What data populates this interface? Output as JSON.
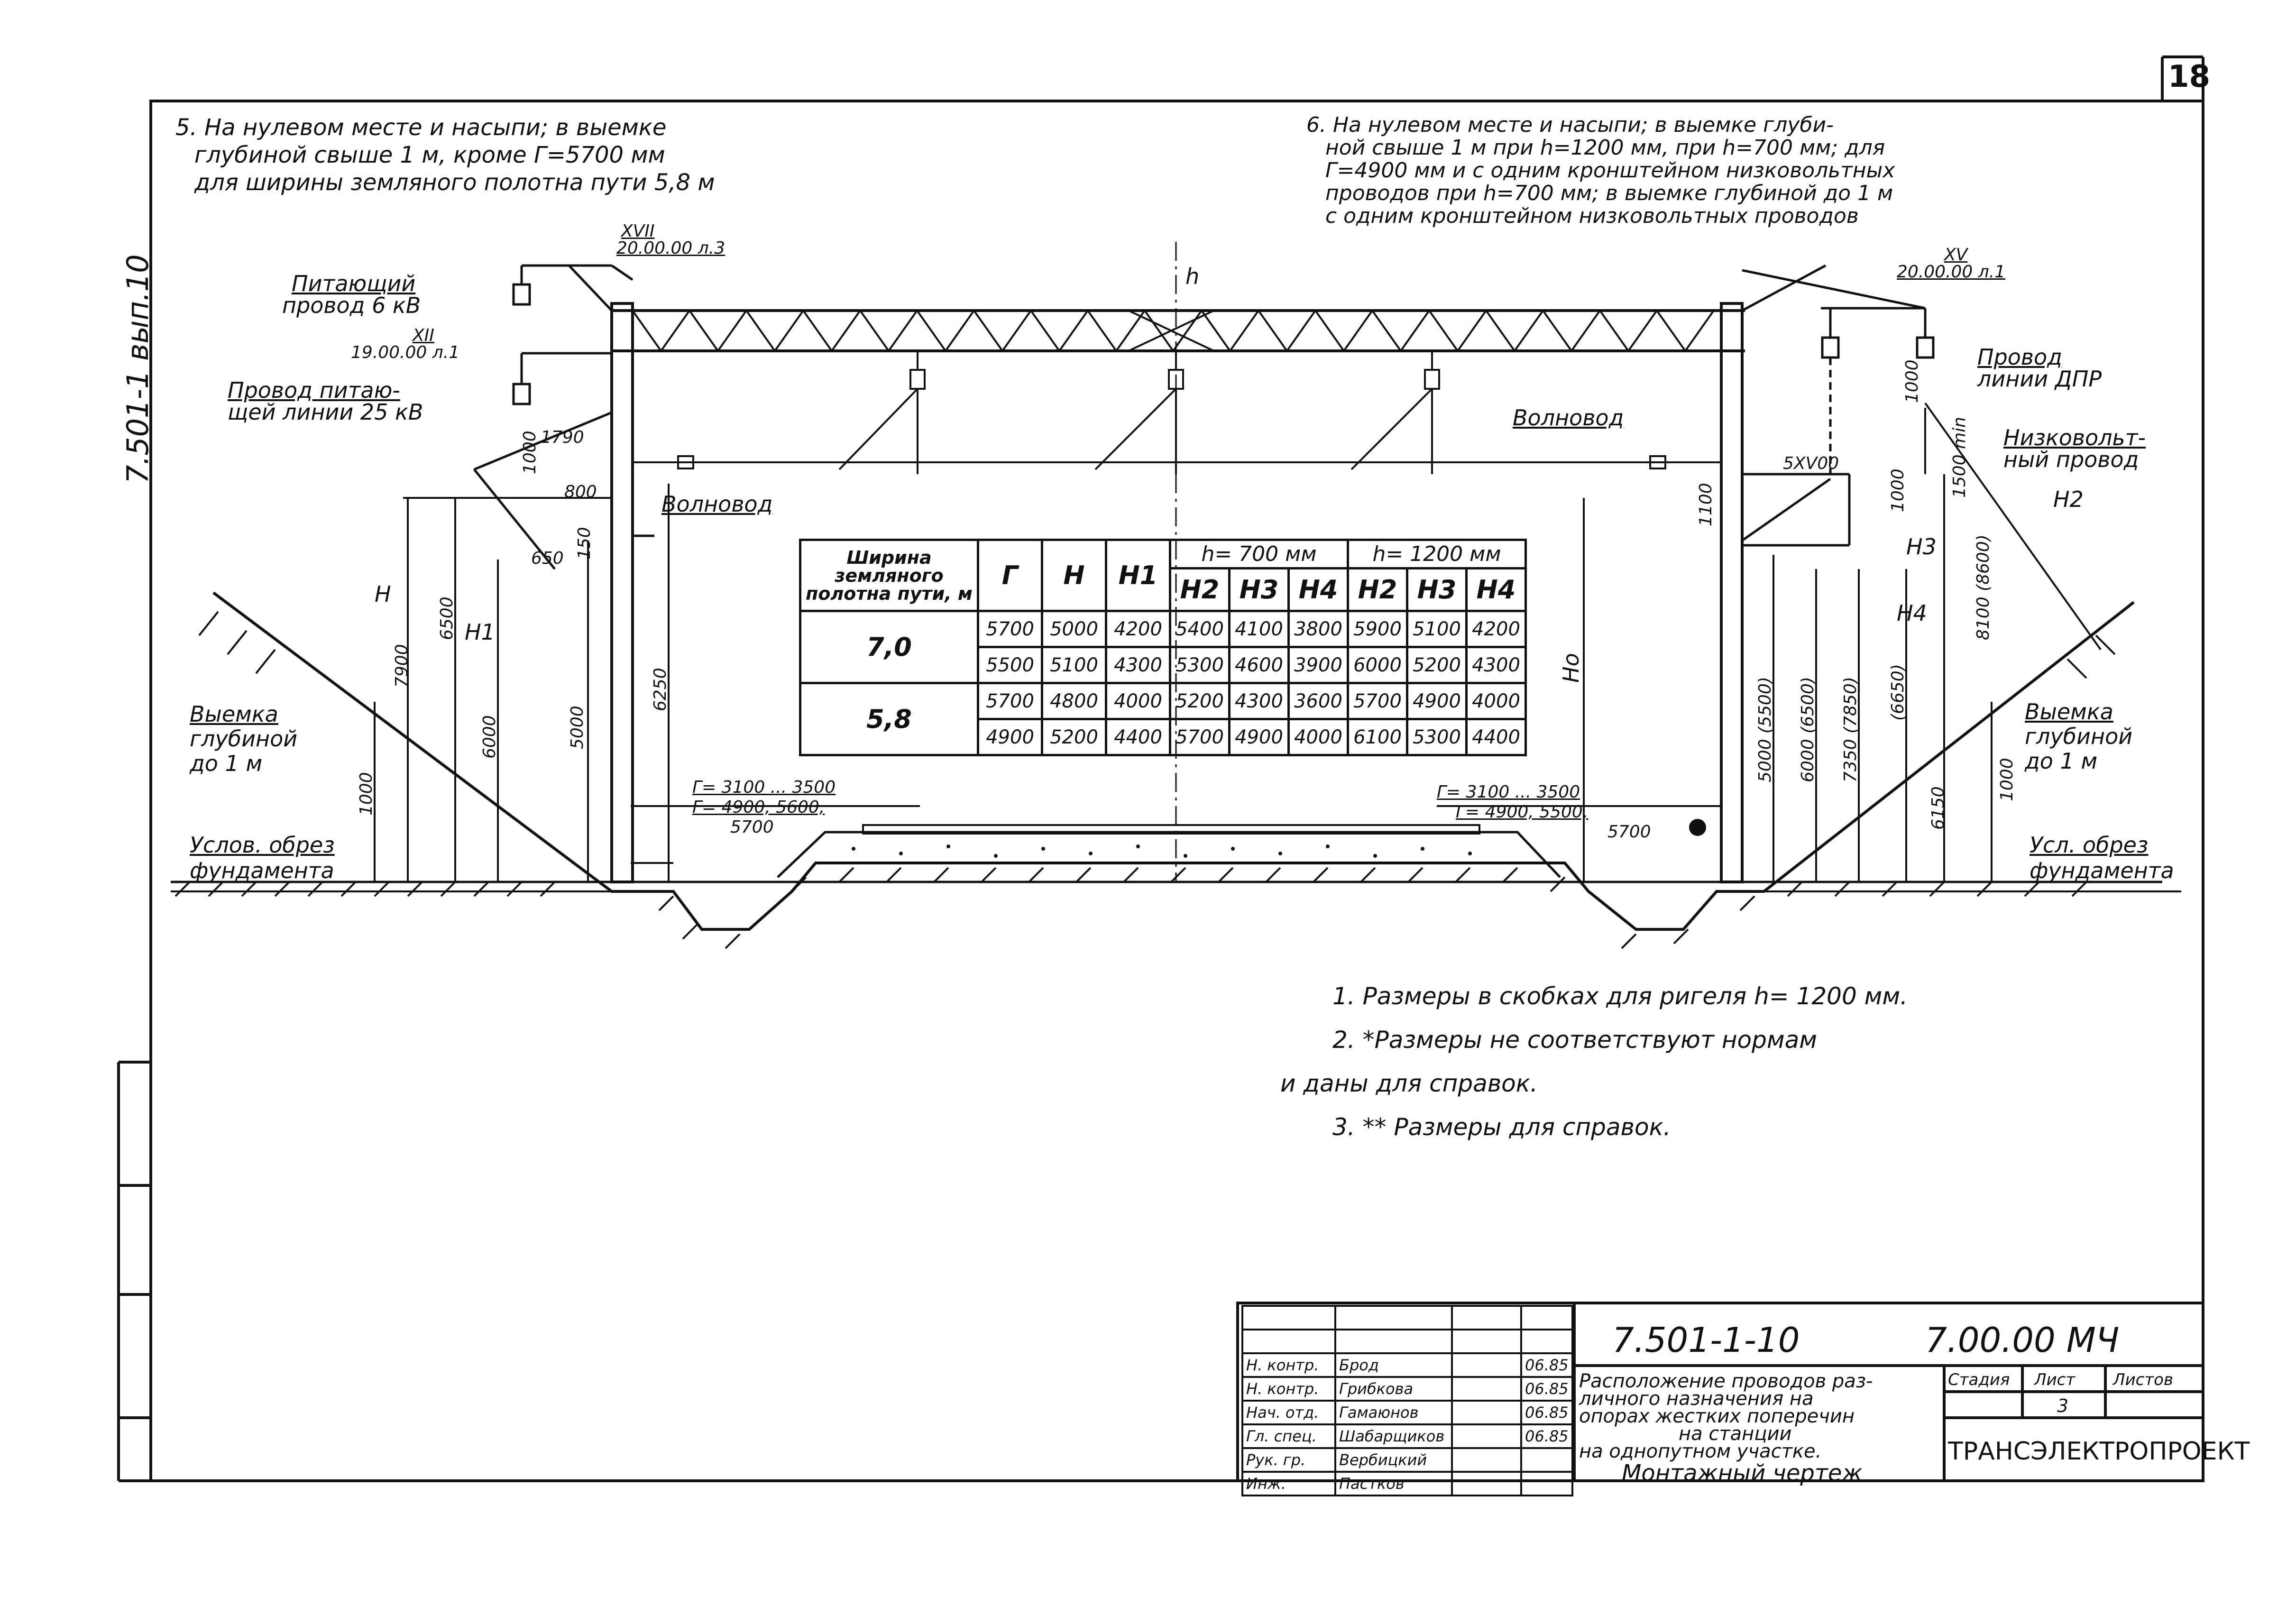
{
  "sheet": {
    "sheet_number": "18",
    "side_stamp": "7.501-1 вып.10"
  },
  "headers": {
    "left": [
      "5. На нулевом месте и насыпи; в выемке",
      "глубиной свыше 1 м, кроме Г=5700 мм",
      "для ширины земляного полотна пути 5,8 м"
    ],
    "right": [
      "6. На нулевом месте и насыпи; в выемке глуби-",
      "ной свыше 1 м при h=1200 мм, при h=700 мм; для",
      "Г=4900 мм и с одним кронштейном низковольтных",
      "проводов при h=700 мм; в выемке глубиной до 1 м",
      "с одним кронштейном низковольтных проводов"
    ]
  },
  "labels": {
    "feeder_wire": [
      "Питающий",
      "провод 6 кВ"
    ],
    "bracket_left_top": [
      "XVII",
      "20.00.00 л.3"
    ],
    "bracket_left_mid": [
      "XII",
      "19.00.00 л.1"
    ],
    "supply_wire": [
      "Провод питаю-",
      "щей линии 25 кВ"
    ],
    "waveguide_left": "Волновод",
    "waveguide_right": "Волновод",
    "bracket_right": [
      "XV",
      "20.00.00 л.1"
    ],
    "dpr_wire": [
      "Провод",
      "линии ДПР"
    ],
    "low_voltage_wire": [
      "Низковольт-",
      "ный провод"
    ],
    "cut_left": [
      "Выемка",
      "глубиной",
      "до 1 м"
    ],
    "cut_right": [
      "Выемка",
      "глубиной",
      "до 1 м"
    ],
    "foundation_left": [
      "Услов. обрез",
      "фундамента"
    ],
    "foundation_right": [
      "Усл. обрез",
      "фундамента"
    ],
    "h": "h",
    "ho": "Hо",
    "left_gamma": [
      "Г= 3100 ... 3500",
      "Г= 4900, 5600,",
      "5700"
    ],
    "right_gamma": [
      "Г= 3100 ... 3500",
      "Г= 4900, 5500,",
      "5700"
    ],
    "dim_marks": [
      "1790",
      "1000",
      "800",
      "150",
      "650",
      "H",
      "7900",
      "6500",
      "H1",
      "6000",
      "5000",
      "6250",
      "1000",
      "5ХV00",
      "1500 min",
      "1000",
      "1000",
      "1100",
      "H3",
      "H4",
      "H2",
      "5000 (5500)",
      "6000 (6500)",
      "7350 (7850)",
      "(6650)",
      "8100 (8600)",
      "6150",
      "1000"
    ]
  },
  "table": {
    "col_headers": [
      "Ширина земляного полотна пути, м",
      "Г",
      "H",
      "H1",
      "H2",
      "H3",
      "H4",
      "H2",
      "H3",
      "H4"
    ],
    "group_headers": [
      "h= 700 мм",
      "h= 1200 мм"
    ],
    "groups": [
      {
        "width": "7,0",
        "rows": [
          [
            "5700",
            "5000",
            "4200",
            "5400",
            "4100",
            "3800",
            "5900",
            "5100",
            "4200"
          ],
          [
            "5500",
            "5100",
            "4300",
            "5300",
            "4600",
            "3900",
            "6000",
            "5200",
            "4300"
          ]
        ]
      },
      {
        "width": "5,8",
        "rows": [
          [
            "5700",
            "4800",
            "4000",
            "5200",
            "4300",
            "3600",
            "5700",
            "4900",
            "4000"
          ],
          [
            "4900",
            "5200",
            "4400",
            "5700",
            "4900",
            "4000",
            "6100",
            "5300",
            "4400"
          ]
        ]
      }
    ]
  },
  "notes": [
    "1. Размеры в скобках для ригеля h= 1200 мм.",
    "2. *Размеры не соответствуют нормам",
    "и даны для справок.",
    "3. ** Размеры для справок."
  ],
  "stamp": {
    "roles": [
      "Н. контр.",
      "Н. контр.",
      "Нач. отд.",
      "Гл. спец.",
      "Рук. гр.",
      "Инж."
    ],
    "names": [
      "Брод",
      "Грибкова",
      "Гамаюнов",
      "Шабарщиков",
      "Вербицкий",
      "Пастков"
    ],
    "dates": [
      "06.85",
      "06.85",
      "06.85",
      "06.85",
      "",
      ""
    ],
    "doc_number": "7.501-1-10",
    "doc_code": "7.00.00 МЧ",
    "title": [
      "Расположение проводов раз-",
      "личного назначения на",
      "опорах жестких поперечин",
      "на станции",
      "на однопутном участке.",
      "Монтажный чертеж"
    ],
    "stage_header": "Стадия",
    "sheet_header": "Лист",
    "sheets_header": "Листов",
    "sheet_value": "3",
    "org": "ТРАНСЭЛЕКТРОПРОЕКТ"
  }
}
